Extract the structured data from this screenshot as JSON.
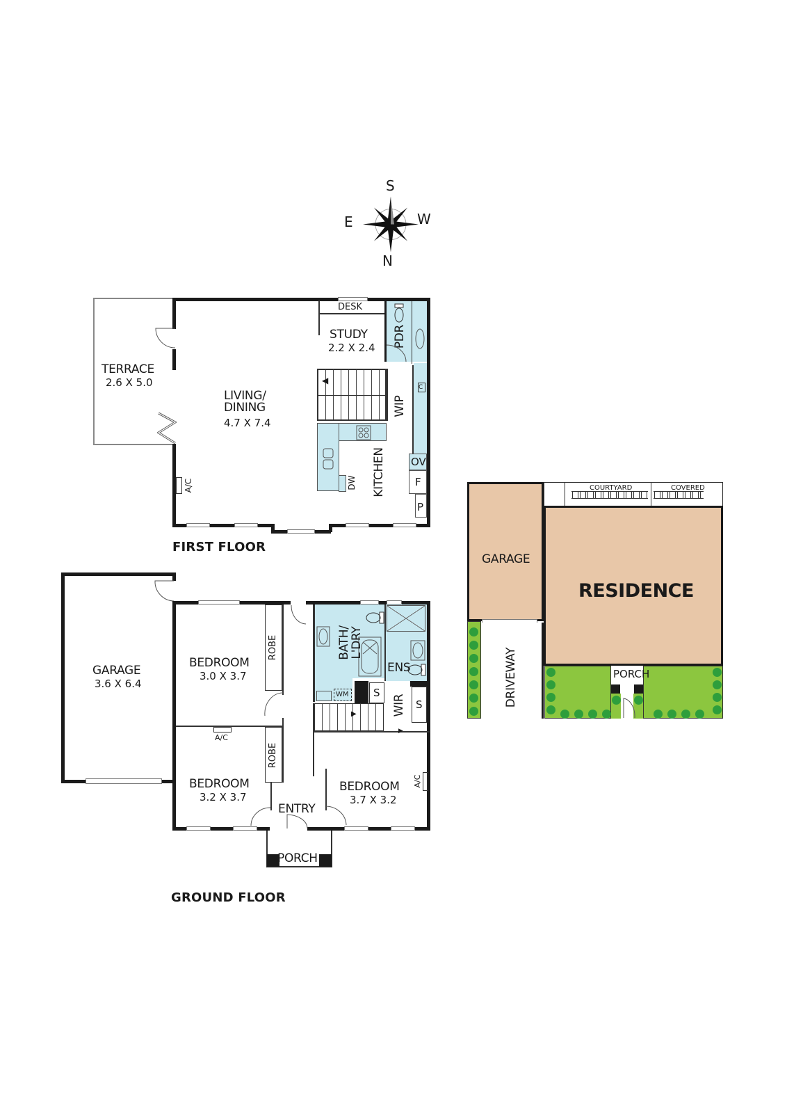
{
  "compass": {
    "north": "N",
    "south": "S",
    "east": "E",
    "west": "W"
  },
  "first_floor": {
    "title": "FIRST FLOOR",
    "rooms": {
      "terrace": {
        "name": "TERRACE",
        "dims": "2.6 X 5.0"
      },
      "living": {
        "name_line1": "LIVING/",
        "name_line2": "DINING",
        "dims": "4.7 X 7.4"
      },
      "study": {
        "name": "STUDY",
        "dims": "2.2 X 2.4"
      },
      "desk": "DESK",
      "pdr": "PDR",
      "wip": "WIP",
      "kitchen": "KITCHEN",
      "dw": "DW",
      "ov": "OV",
      "f": "F",
      "p": "P",
      "c": "C",
      "ac": "A/C"
    }
  },
  "ground_floor": {
    "title": "GROUND FLOOR",
    "rooms": {
      "garage": {
        "name": "GARAGE",
        "dims": "3.6 X 6.4"
      },
      "bedroom1": {
        "name": "BEDROOM",
        "dims": "3.0 X 3.7"
      },
      "bedroom2": {
        "name": "BEDROOM",
        "dims": "3.2 X 3.7"
      },
      "bedroom3": {
        "name": "BEDROOM",
        "dims": "3.7 X 3.2"
      },
      "robe1": "ROBE",
      "robe2": "ROBE",
      "bath_line1": "BATH/",
      "bath_line2": "L'DRY",
      "ens": "ENS",
      "wm": "WM",
      "s1": "S",
      "s2": "S",
      "wir": "WIR",
      "entry": "ENTRY",
      "porch": "PORCH",
      "ac1": "A/C",
      "ac2": "A/C"
    }
  },
  "site_plan": {
    "garage": "GARAGE",
    "residence": "RESIDENCE",
    "courtyard": "COURTYARD",
    "covered": "COVERED",
    "driveway": "DRIVEWAY",
    "porch": "PORCH"
  },
  "colors": {
    "wet_area": "#c8e8f0",
    "site_building": "#e8c7a8",
    "site_grass": "#8cc63f",
    "site_bush": "#2e9e3c",
    "wall": "#1a1a1a"
  }
}
